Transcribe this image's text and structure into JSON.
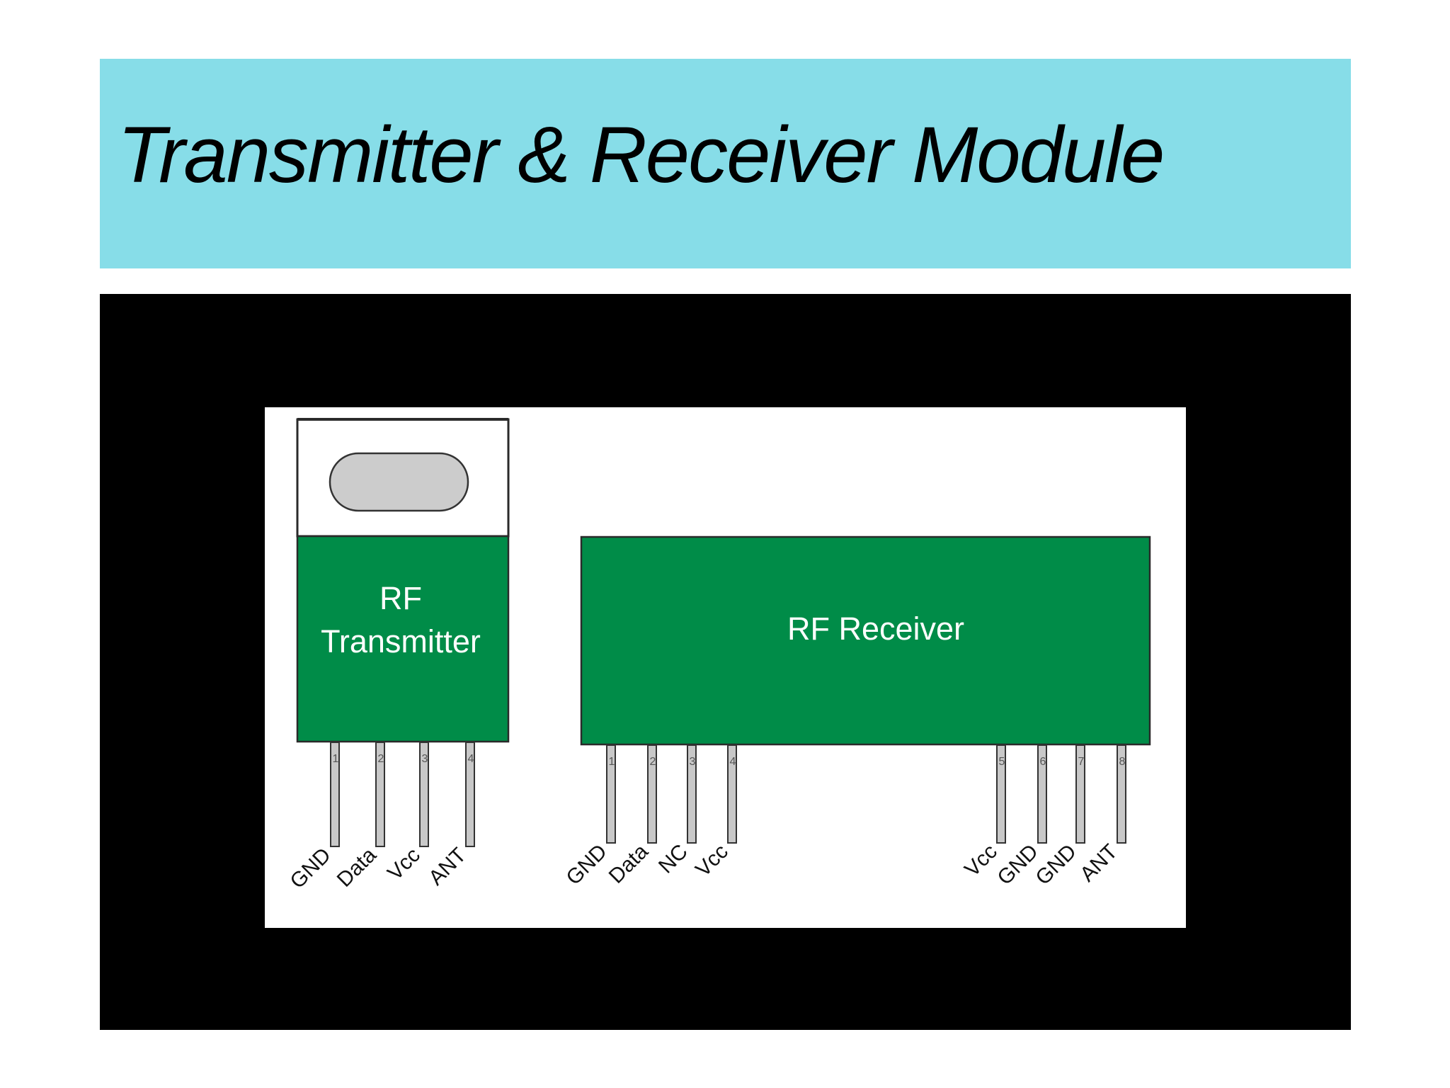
{
  "slide": {
    "title": "Transmitter & Receiver Module"
  },
  "colors": {
    "title_banner": "#87dde8",
    "frame": "#000000",
    "diagram_background": "#ffffff",
    "module_green": "#008c48",
    "crystal_gray": "#cccccc",
    "pin_gray": "#c8c8c8"
  },
  "transmitter": {
    "label_line1": "RF",
    "label_line2": "Transmitter",
    "pins": [
      {
        "number": "1",
        "name": "GND"
      },
      {
        "number": "2",
        "name": "Data"
      },
      {
        "number": "3",
        "name": "Vcc"
      },
      {
        "number": "4",
        "name": "ANT"
      }
    ]
  },
  "receiver": {
    "label": "RF Receiver",
    "pins": [
      {
        "number": "1",
        "name": "GND"
      },
      {
        "number": "2",
        "name": "Data"
      },
      {
        "number": "3",
        "name": "NC"
      },
      {
        "number": "4",
        "name": "Vcc"
      },
      {
        "number": "5",
        "name": "Vcc"
      },
      {
        "number": "6",
        "name": "GND"
      },
      {
        "number": "7",
        "name": "GND"
      },
      {
        "number": "8",
        "name": "ANT"
      }
    ]
  }
}
